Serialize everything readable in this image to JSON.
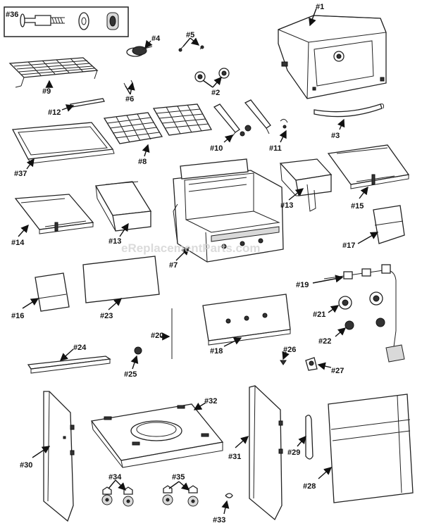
{
  "watermark": "eReplacementParts.com",
  "labels": {
    "p1": "#1",
    "p2": "#2",
    "p3": "#3",
    "p4": "#4",
    "p5": "#5",
    "p6": "#6",
    "p7": "#7",
    "p8": "#8",
    "p9": "#9",
    "p10": "#10",
    "p11": "#11",
    "p12": "#12",
    "p13a": "#13",
    "p13b": "#13",
    "p14": "#14",
    "p15": "#15",
    "p16": "#16",
    "p17": "#17",
    "p18": "#18",
    "p19": "#19",
    "p20": "#20",
    "p21": "#21",
    "p22": "#22",
    "p23": "#23",
    "p24": "#24",
    "p25": "#25",
    "p26": "#26",
    "p27": "#27",
    "p28": "#28",
    "p29": "#29",
    "p30": "#30",
    "p31": "#31",
    "p32": "#32",
    "p33": "#33",
    "p34": "#34",
    "p35": "#35",
    "p36": "#36",
    "p37": "#37"
  }
}
